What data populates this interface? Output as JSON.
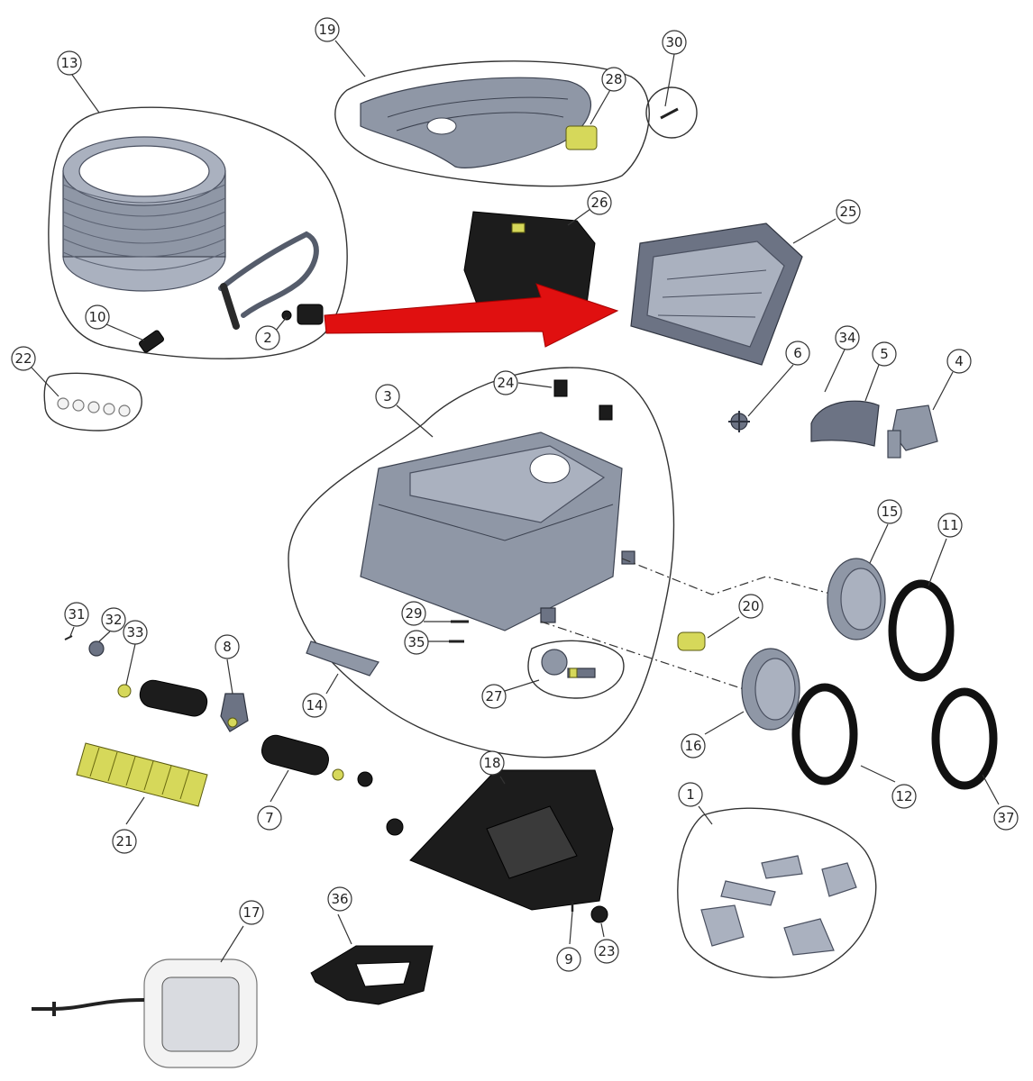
{
  "diagram": {
    "callouts": [
      "13",
      "19",
      "30",
      "28",
      "26",
      "25",
      "10",
      "2",
      "22",
      "24",
      "3",
      "6",
      "34",
      "5",
      "4",
      "15",
      "11",
      "31",
      "32",
      "33",
      "8",
      "29",
      "35",
      "14",
      "20",
      "27",
      "16",
      "12",
      "37",
      "18",
      "7",
      "21",
      "1",
      "36",
      "17",
      "9",
      "23"
    ],
    "colors": {
      "part_grey": "#8f97a6",
      "part_black": "#1c1c1c",
      "part_yellow": "#d6d85a",
      "arrow_red": "#e01010",
      "line": "#333333"
    }
  }
}
